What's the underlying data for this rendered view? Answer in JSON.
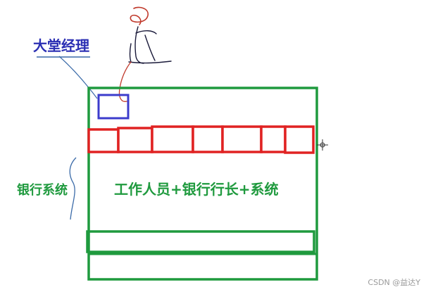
{
  "labels": {
    "manager": "大堂经理",
    "banking_system": "银行系统",
    "inner": "工作人员+银行行长+系统"
  },
  "watermark": "CSDN @益达Y",
  "colors": {
    "manager_text": "#2b2fb3",
    "manager_box": "#3c3ccc",
    "green": "#1f9a3e",
    "red": "#e02222",
    "ink": "#1a1a3a",
    "annotation": "#3a6aa8",
    "head": "#c0392b"
  },
  "counter": {
    "window_count": 7
  }
}
